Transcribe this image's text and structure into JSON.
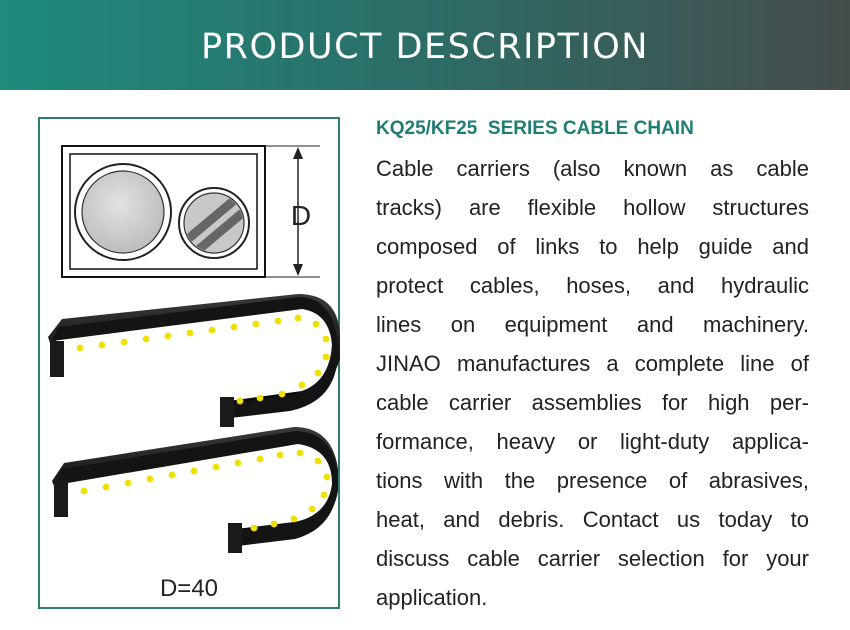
{
  "banner": {
    "title": "PRODUCT DESCRIPTION"
  },
  "figure": {
    "dim_label": "D",
    "caption": "D=40"
  },
  "content": {
    "series_title": "KQ25/KF25  SERIES CABLE CHAIN",
    "lines": [
      "Cable carriers (also known as cable",
      "tracks) are flexible hollow structures",
      "composed of links to help guide and",
      "protect cables, hoses, and hydraulic",
      "lines on equipment and machinery.",
      "JINAO manufactures a complete line of",
      "cable carrier assemblies for high per-",
      "formance, heavy or light-duty applica-",
      "tions with the presence of abrasives,",
      "heat, and debris. Contact us today to",
      "discuss cable carrier selection for your",
      "application."
    ]
  },
  "colors": {
    "accent": "#1f7e73",
    "banner_start": "#1f8a7d",
    "banner_end": "#454d4c",
    "rivet": "#f0e000"
  }
}
